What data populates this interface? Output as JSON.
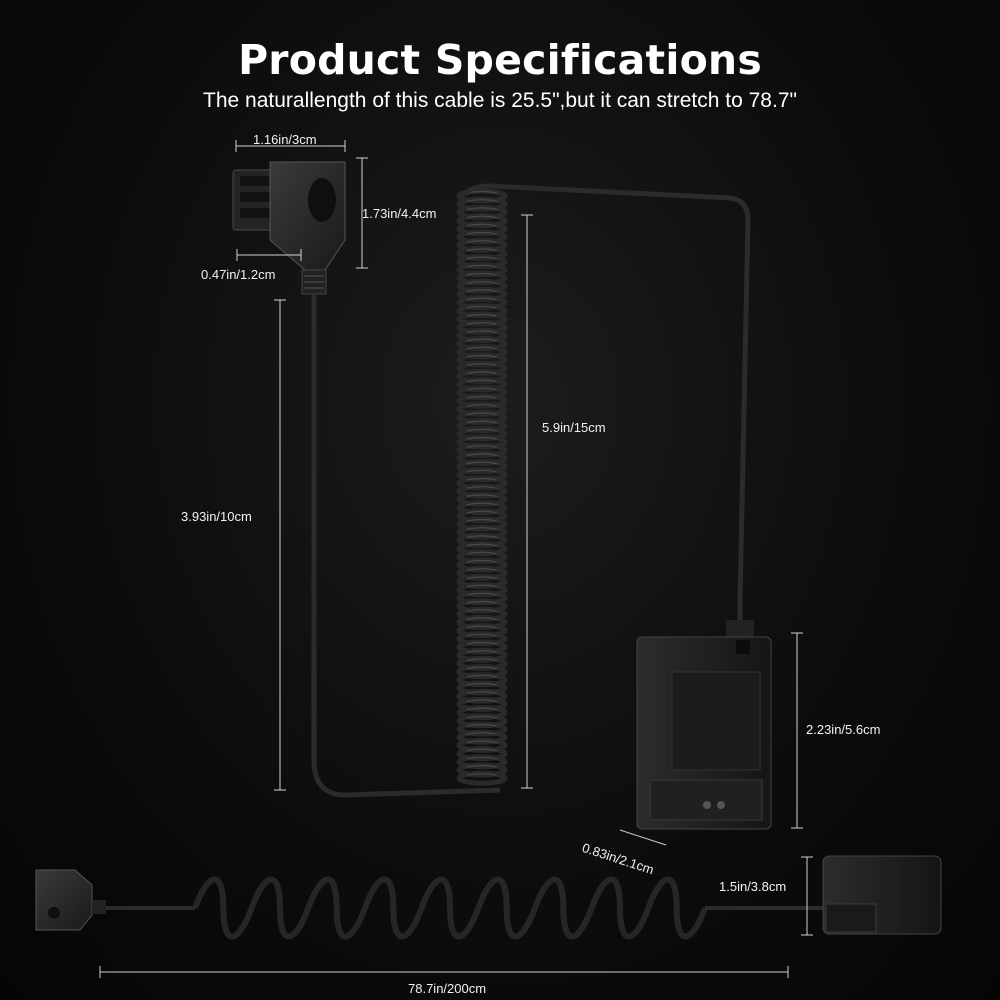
{
  "header": {
    "title": "Product Specifications",
    "subtitle": "The naturallength of this cable is 25.5\",but it can stretch to 78.7\""
  },
  "dimensions": {
    "plug_width": "1.16in/3cm",
    "plug_height": "1.73in/4.4cm",
    "plug_tip": "0.47in/1.2cm",
    "straight_cable": "3.93in/10cm",
    "coil_length": "5.9in/15cm",
    "battery_height": "2.23in/5.6cm",
    "battery_depth": "0.83in/2.1cm",
    "battery_side": "1.5in/3.8cm",
    "stretched_length": "78.7in/200cm"
  },
  "icons": [
    "d-tap-plug-icon",
    "coiled-cable-icon",
    "dummy-battery-icon"
  ]
}
